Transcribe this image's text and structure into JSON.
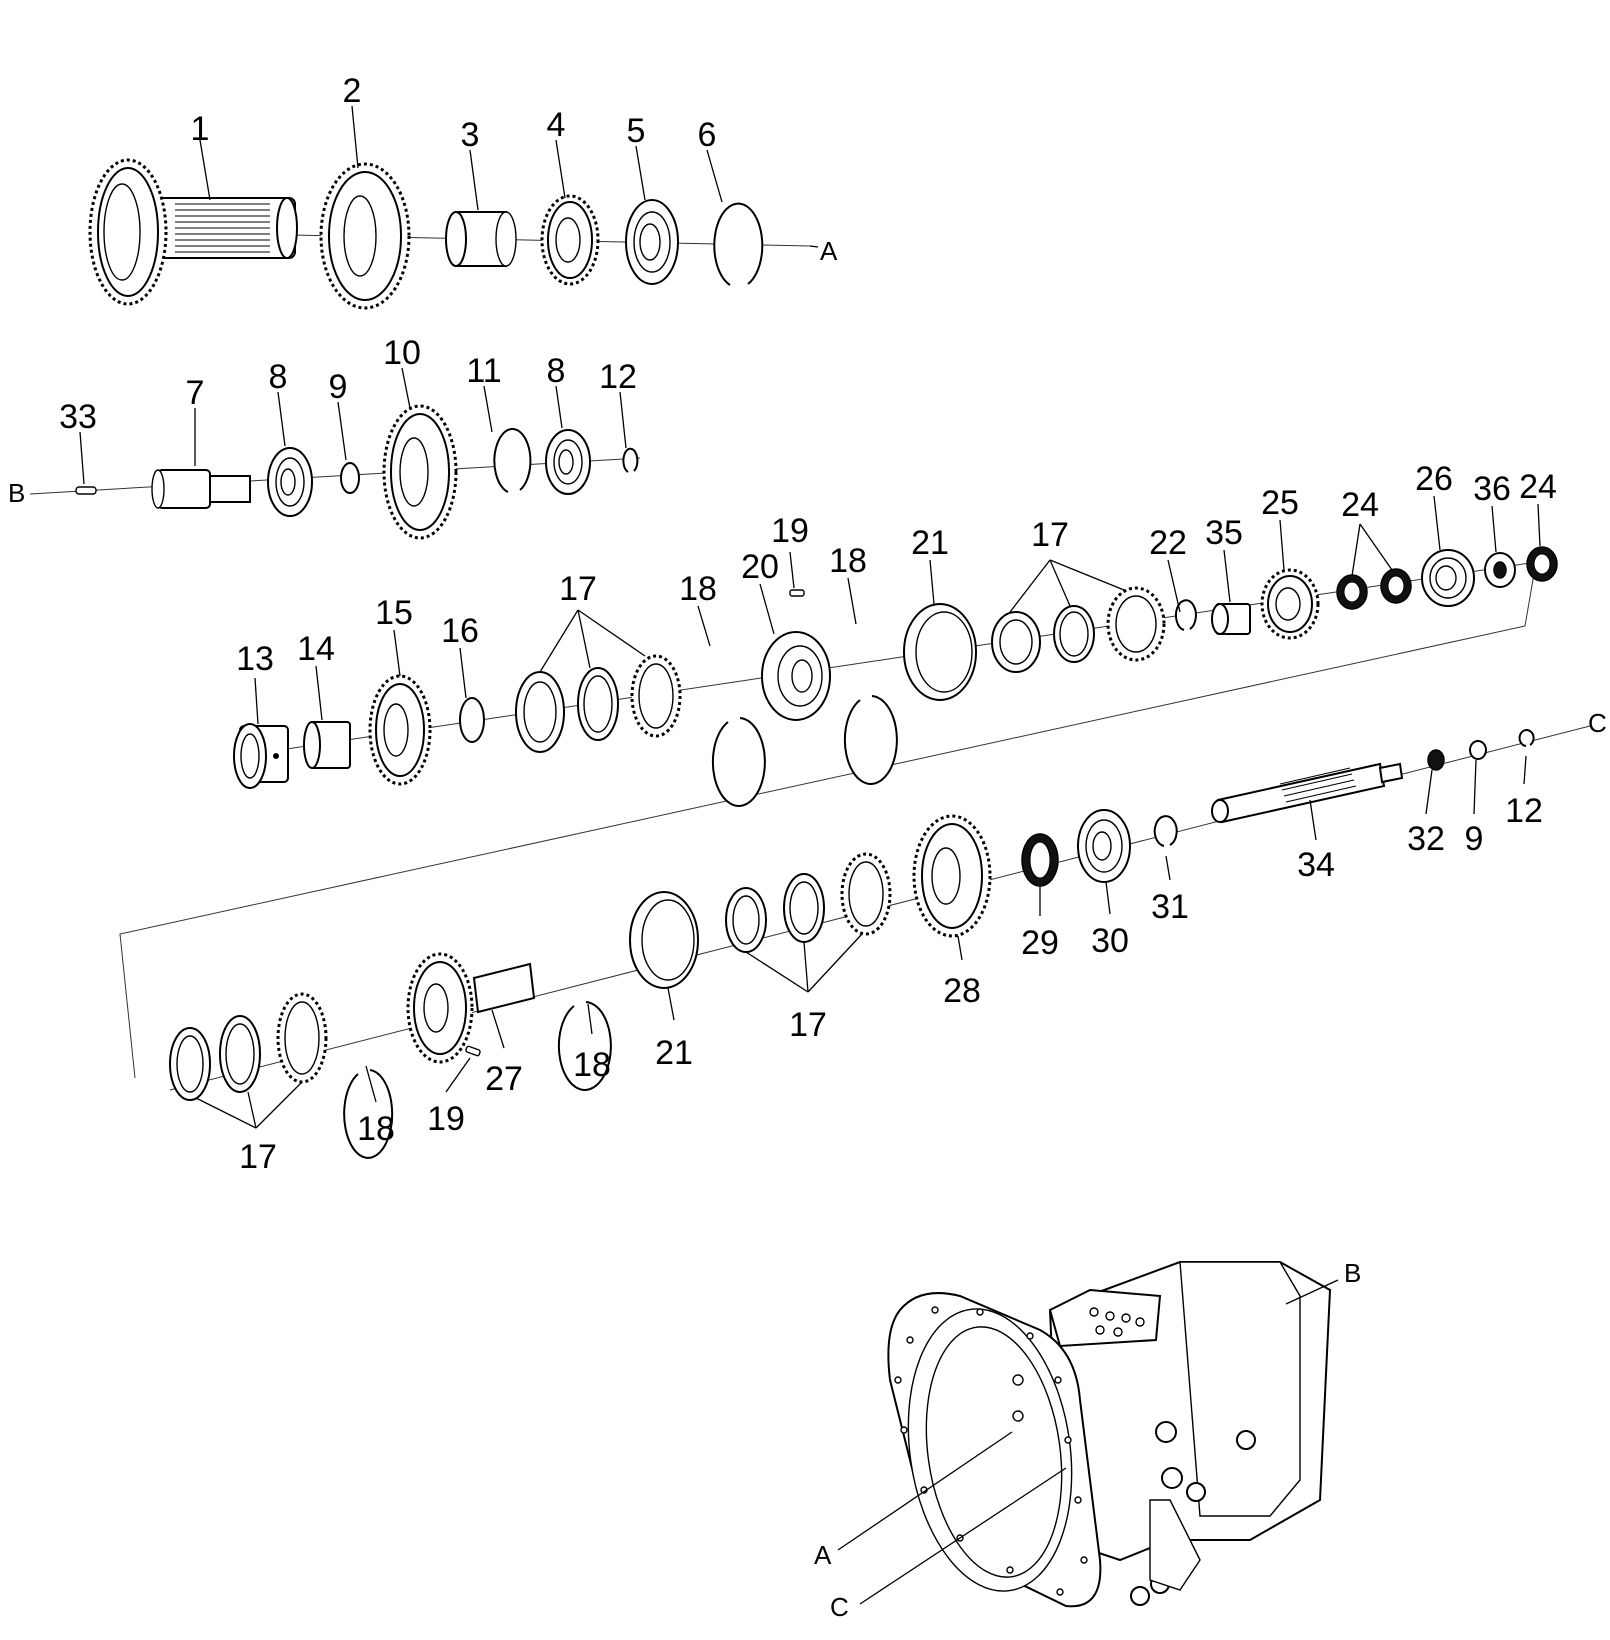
{
  "diagram": {
    "callouts": {
      "c1": "1",
      "c2": "2",
      "c3": "3",
      "c4": "4",
      "c5": "5",
      "c6": "6",
      "c33": "33",
      "c7": "7",
      "c8a": "8",
      "c9a": "9",
      "c10": "10",
      "c11": "11",
      "c8b": "8",
      "c12a": "12",
      "c13": "13",
      "c14": "14",
      "c15": "15",
      "c16": "16",
      "c17a": "17",
      "c18a": "18",
      "c19a": "19",
      "c20": "20",
      "c18b": "18",
      "c21a": "21",
      "c17b": "17",
      "c22": "22",
      "c35": "35",
      "c25": "25",
      "c24a": "24",
      "c26": "26",
      "c36": "36",
      "c24b": "24",
      "c32": "32",
      "c9b": "9",
      "c12b": "12",
      "c34": "34",
      "c31": "31",
      "c30": "30",
      "c29": "29",
      "c28": "28",
      "c17c": "17",
      "c21b": "21",
      "c18c": "18",
      "c27": "27",
      "c19b": "19",
      "c18d": "18",
      "c17d": "17"
    },
    "refs": {
      "a_top": "A",
      "b_left": "B",
      "c_right": "C",
      "b_housing": "B",
      "a_housing": "A",
      "c_housing": "C"
    }
  }
}
